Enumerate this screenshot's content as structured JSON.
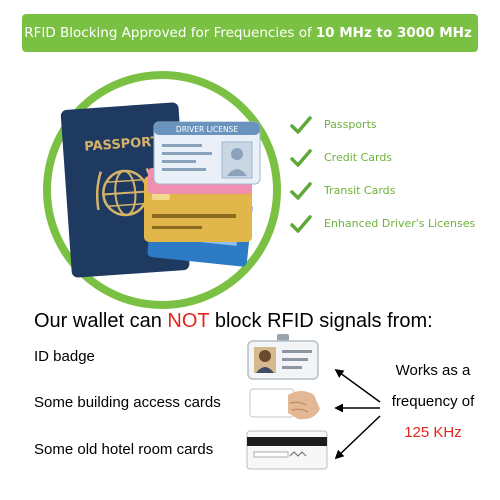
{
  "banner": {
    "prefix": "RFID Blocking Approved for Frequencies of",
    "range": "10 MHz to 3000 MHz"
  },
  "illustration": {
    "passport_label": "PASSPORT",
    "license_label": "DRIVER LICENSE"
  },
  "blocked_list": [
    {
      "label": "Passports"
    },
    {
      "label": "Credit Cards"
    },
    {
      "label": "Transit Cards"
    },
    {
      "label": "Enhanced Driver's Licenses"
    }
  ],
  "headline": {
    "before": "Our wallet can",
    "emphasis": "NOT",
    "after": "block RFID signals from:"
  },
  "not_blocked_list": [
    {
      "label": "ID badge"
    },
    {
      "label": "Some building access cards"
    },
    {
      "label": "Some old hotel room cards"
    }
  ],
  "note": {
    "line1": "Works as a",
    "line2": "frequency of",
    "freq": "125 KHz"
  },
  "colors": {
    "brand_green": "#7ac143",
    "check_green": "#5fa83a",
    "emphasis_red": "#e3261c",
    "passport_navy": "#1f3a60",
    "passport_gold": "#d6b36a"
  }
}
